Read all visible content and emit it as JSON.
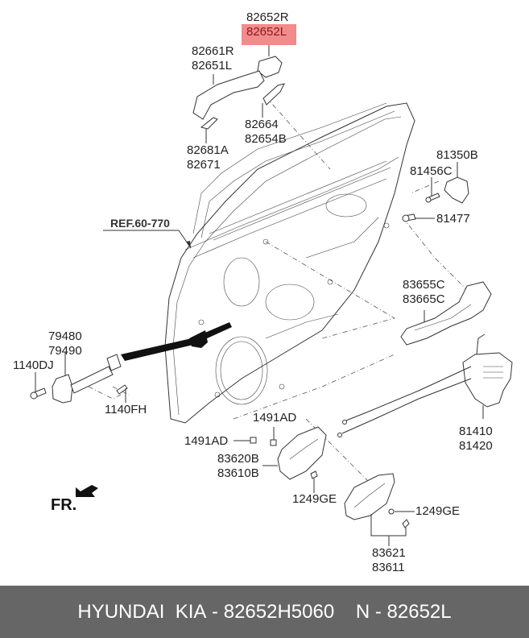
{
  "diagram": {
    "title": "Rear door handle & lock assembly",
    "highlight_color": "#f28b8b",
    "labels": {
      "outer_handle_cover": [
        "82652R",
        "82652L"
      ],
      "outer_handle": [
        "82661R",
        "82651L"
      ],
      "handle_gasket": [
        "82664",
        "82654B"
      ],
      "handle_pad": [
        "82681A",
        "82671"
      ],
      "striker": [
        "81350B"
      ],
      "striker_screw": [
        "81456C"
      ],
      "bolt_81477": [
        "81477"
      ],
      "ref": "REF.60-770",
      "outer_handle_frame": [
        "83655C",
        "83665C"
      ],
      "checker": [
        "79480",
        "79490"
      ],
      "bolt_1140dj": [
        "1140DJ"
      ],
      "bolt_1140fh": [
        "1140FH"
      ],
      "latch": [
        "81410",
        "81420"
      ],
      "clip_upper": [
        "1491AD"
      ],
      "clip_left": [
        "1491AD"
      ],
      "inner_handle": [
        "83620B",
        "83610B"
      ],
      "screw_upper": [
        "1249GE"
      ],
      "screw_lower": [
        "1249GE"
      ],
      "inner_handle_cover": [
        "83621",
        "83611"
      ],
      "front_indicator": "FR."
    },
    "highlighted_part": "82652L"
  },
  "footer": {
    "brand": "HYUNDAI  KIA",
    "separator": " - ",
    "oem_number": "82652H5060",
    "n_label": "N",
    "part_number": "82652L",
    "background": "#666666"
  }
}
